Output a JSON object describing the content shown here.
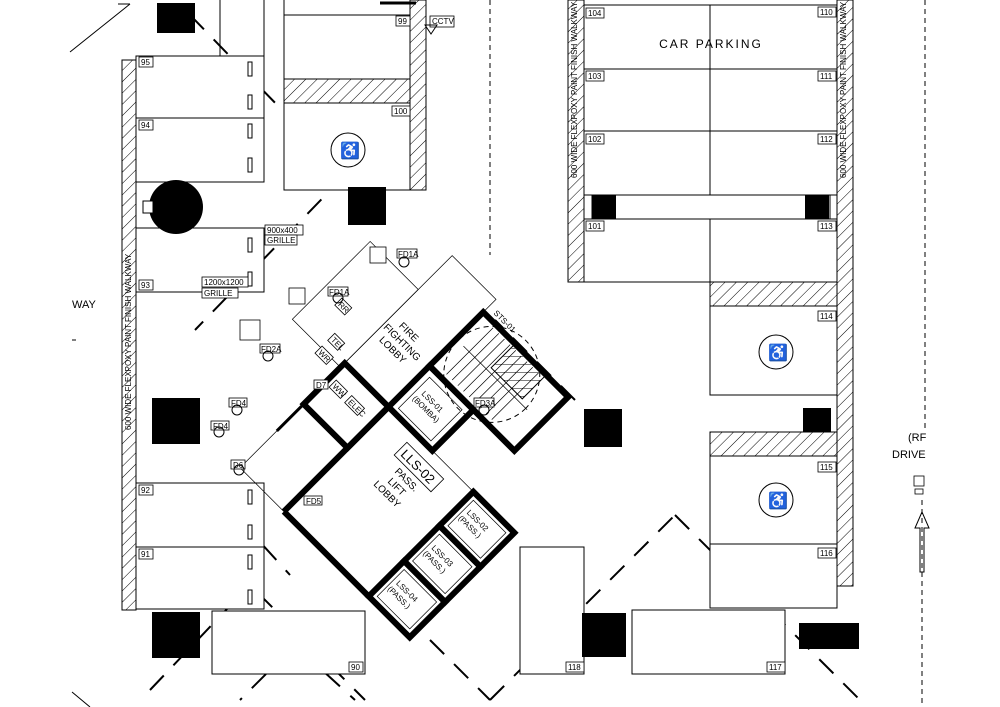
{
  "drawing": {
    "car_parking_label": "CAR PARKING",
    "wall_note": "600 WIDE FLEXPOXY PAINT FINISH WALKWAY",
    "way_label": "WAY",
    "driveway_label_1": "(RF",
    "driveway_label_2": "DRIVE",
    "cctv_label": "CCTV",
    "grille_1_size": "900x400",
    "grille_1_label": "GRILLE",
    "grille_2_size": "1200x1200",
    "grille_2_label": "GRILLE",
    "fire_lobby_line1": "FIRE",
    "fire_lobby_line2": "FIGHTING",
    "fire_lobby_line3": "LOBBY",
    "lift_lobby_code": "LLS-02",
    "lift_lobby_line1": "PASS.",
    "lift_lobby_line2": "LIFT",
    "lift_lobby_line3": "LOBBY",
    "stair_label": "STS-01",
    "lift_01_code": "LSS-01",
    "lift_01_type": "(BOMBA)",
    "lift_02_code": "LSS-02",
    "lift_02_type": "(PASS.)",
    "lift_03_code": "LSS-03",
    "lift_03_type": "(PASS.)",
    "lift_04_code": "LSS-04",
    "lift_04_type": "(PASS.)",
    "tag_fd1a_1": "FD1A",
    "tag_fd1a_2": "FD1A",
    "tag_fd3a": "FD3A",
    "tag_fd2a": "FD2A",
    "tag_fd4_1": "FD4",
    "tag_fd4_2": "FD4",
    "tag_fd5": "FD5",
    "tag_d7": "D7",
    "tag_d6": "D6",
    "tag_elec": "ELEC",
    "tag_tel": "TEL",
    "tag_rr": "RR",
    "tag_wr": "WR",
    "tag_ww": "WW",
    "lots_left": [
      "95",
      "94",
      "93",
      "92",
      "91"
    ],
    "lots_top": [
      "99",
      "100"
    ],
    "lots_right_col1": [
      "104",
      "103",
      "102",
      "101"
    ],
    "lots_right_col2": [
      "110",
      "111",
      "112",
      "113",
      "114",
      "115",
      "116"
    ],
    "lots_bottom": [
      "90",
      "118",
      "117"
    ]
  }
}
